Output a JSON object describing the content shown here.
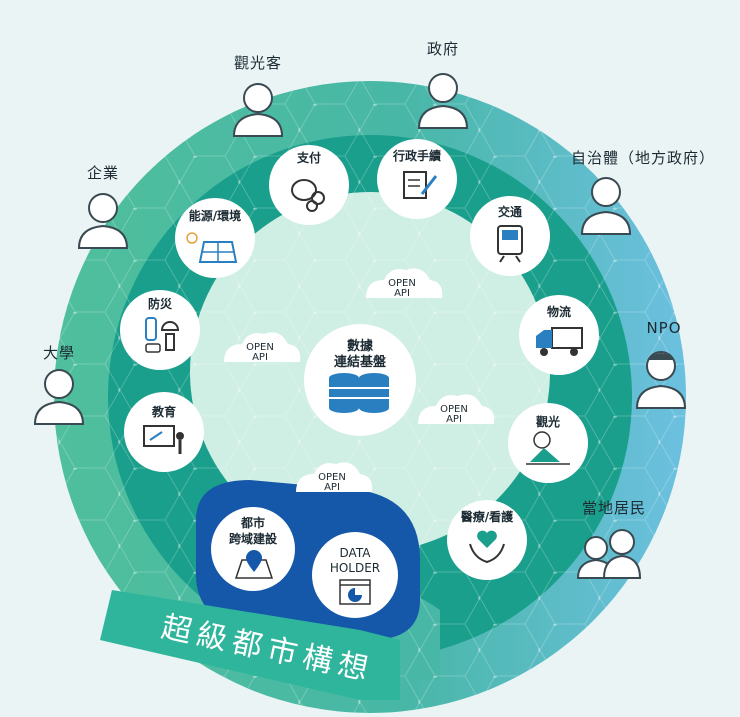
{
  "colors": {
    "background": "#eaf4f5",
    "outer_ring": "#55c0a8",
    "outer_ring_right": "#5fb8d6",
    "inner_band": "#1a9f8c",
    "inner_disc": "#cfeee4",
    "core": "#2a7fc1",
    "data_holder_area": "#1557a8",
    "banner": "#2fb59c"
  },
  "banner": {
    "title": "超級都市構想"
  },
  "core": {
    "line1": "數據",
    "line2": "連結基盤",
    "icon": "database-icon"
  },
  "open_api": [
    {
      "line1": "OPEN",
      "line2": "API"
    },
    {
      "line1": "OPEN",
      "line2": "API"
    },
    {
      "line1": "OPEN",
      "line2": "API"
    },
    {
      "line1": "OPEN",
      "line2": "API"
    }
  ],
  "services": [
    {
      "label": "支付",
      "icon": "coin-purse-icon"
    },
    {
      "label": "行政手續",
      "icon": "document-pen-icon"
    },
    {
      "label": "能源/環境",
      "icon": "solar-panel-icon"
    },
    {
      "label": "交通",
      "icon": "train-icon"
    },
    {
      "label": "防災",
      "icon": "emergency-kit-icon"
    },
    {
      "label": "物流",
      "icon": "truck-icon"
    },
    {
      "label": "教育",
      "icon": "teacher-board-icon"
    },
    {
      "label": "觀光",
      "icon": "mountain-sun-icon"
    },
    {
      "label": "醫療/看護",
      "icon": "heart-hands-icon"
    }
  ],
  "data_holder_area": {
    "city_line1": "都市",
    "city_line2": "跨域建設",
    "city_icon": "map-pin-icon",
    "holder_line1": "DATA",
    "holder_line2": "HOLDER",
    "holder_icon": "pie-chart-window-icon"
  },
  "actors": [
    {
      "label": "觀光客",
      "icon": "tourist-person-icon"
    },
    {
      "label": "政府",
      "icon": "official-person-icon"
    },
    {
      "label": "企業",
      "icon": "businessman-icon"
    },
    {
      "label": "自治體（地方政府）",
      "icon": "woman-officer-icon"
    },
    {
      "label": "NPO",
      "icon": "cap-person-icon"
    },
    {
      "label": "大學",
      "icon": "student-person-icon"
    },
    {
      "label": "當地居民",
      "icon": "residents-icon"
    }
  ]
}
